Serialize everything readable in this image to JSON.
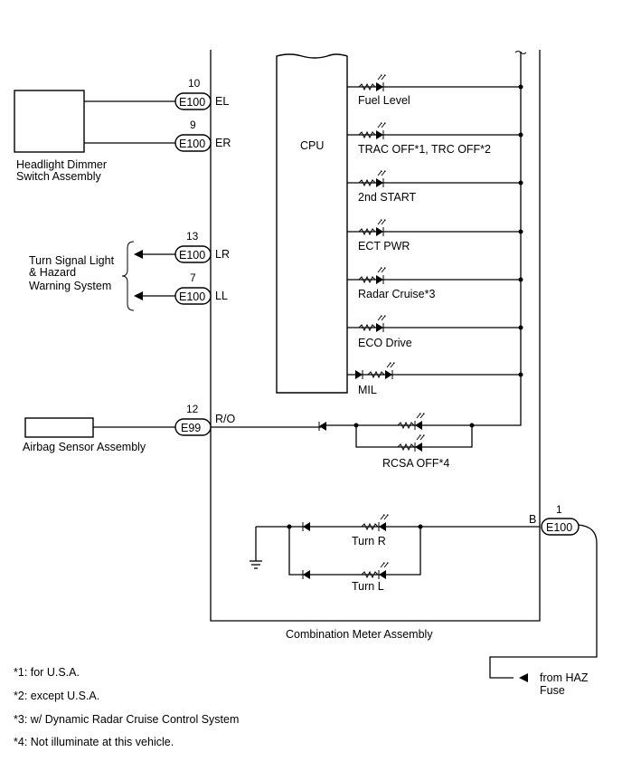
{
  "meter": {
    "title": "Combination Meter Assembly",
    "cpu_label": "CPU",
    "leds": [
      {
        "label": "Fuel Level"
      },
      {
        "label": "TRAC OFF*1, TRC OFF*2"
      },
      {
        "label": "2nd START"
      },
      {
        "label": "ECT PWR"
      },
      {
        "label": "Radar Cruise*3"
      },
      {
        "label": "ECO Drive"
      },
      {
        "label": "MIL"
      }
    ],
    "rcsa_label": "RCSA OFF*4",
    "turn_r_label": "Turn  R",
    "turn_l_label": "Turn  L"
  },
  "connectors": [
    {
      "pin": "10",
      "code": "E100",
      "terminal": "EL"
    },
    {
      "pin": "9",
      "code": "E100",
      "terminal": "ER"
    },
    {
      "pin": "13",
      "code": "E100",
      "terminal": "LR"
    },
    {
      "pin": "7",
      "code": "E100",
      "terminal": "LL"
    },
    {
      "pin": "12",
      "code": "E99",
      "terminal": "R/O"
    },
    {
      "pin": "1",
      "code": "E100",
      "terminal": "B"
    }
  ],
  "components": {
    "dimmer": {
      "line1": "Headlight Dimmer",
      "line2": "Switch Assembly"
    },
    "turn_signal": {
      "line1": "Turn  Signal Light",
      "line2": "& Hazard",
      "line3": "Warning System"
    },
    "airbag": {
      "label": "Airbag Sensor Assembly"
    },
    "haz": {
      "line1": "from HAZ",
      "line2": "Fuse"
    }
  },
  "footnotes": [
    "*1: for U.S.A.",
    "*2: except U.S.A.",
    "*3: w/ Dynamic Radar Cruise Control System",
    "*4: Not illuminate at this vehicle."
  ]
}
